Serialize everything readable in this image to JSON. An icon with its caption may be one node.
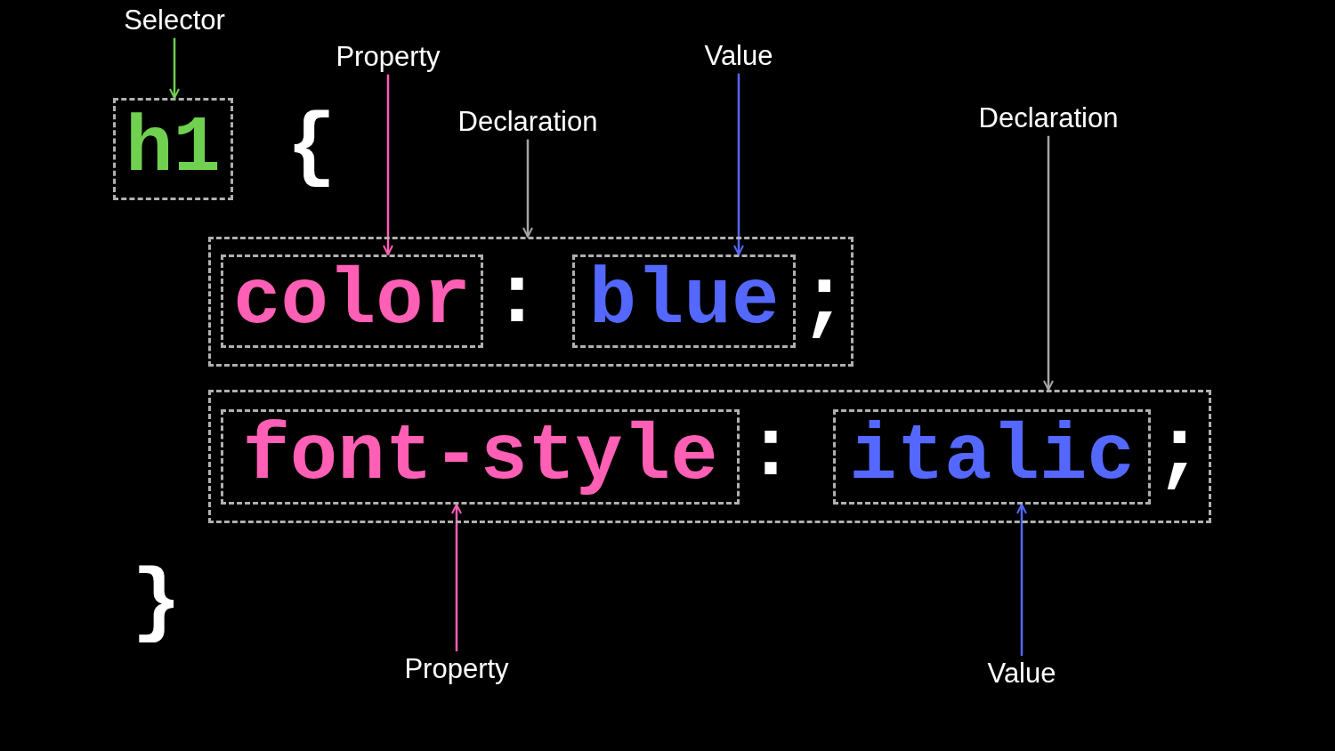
{
  "diagram": {
    "nodes": [
      {
        "text": [
          "Selector"
        ]
      },
      {
        "text": [
          "Property"
        ]
      },
      {
        "text": [
          "Value"
        ]
      },
      {
        "text": [
          "Declaration"
        ]
      },
      {
        "text": [
          "Declaration"
        ]
      },
      {
        "text": [
          "h1"
        ]
      },
      {
        "text": [],
        "shape": "box"
      },
      {
        "text": [
          "color"
        ],
        "in": 6
      },
      {
        "text": [
          "blue"
        ],
        "in": 6
      },
      {
        "text": [],
        "shape": "box"
      },
      {
        "text": [
          "font-style"
        ],
        "in": 9
      },
      {
        "text": [
          "italic"
        ],
        "in": 9
      },
      {
        "text": [
          "Property"
        ]
      },
      {
        "text": [
          "Value"
        ]
      }
    ],
    "edges": [
      {
        "from": 0,
        "to": 5,
        "arrow": "to",
        "color": "#6fd14f"
      },
      {
        "from": 1,
        "to": 7,
        "arrow": "to",
        "color": "#ff5fb4"
      },
      {
        "from": 2,
        "to": 8,
        "arrow": "to",
        "color": "#5468ff"
      },
      {
        "from": 3,
        "to": 6,
        "arrow": "to",
        "color": "#a6a6a6"
      },
      {
        "from": 4,
        "to": 9,
        "arrow": "to",
        "color": "#a6a6a6"
      },
      {
        "from": 12,
        "to": 10,
        "arrow": "to",
        "color": "#ff5fb4"
      },
      {
        "from": 13,
        "to": 11,
        "arrow": "to",
        "color": "#5468ff"
      }
    ],
    "labels": [
      "{",
      ":",
      ";",
      ":",
      ";",
      "}"
    ]
  }
}
